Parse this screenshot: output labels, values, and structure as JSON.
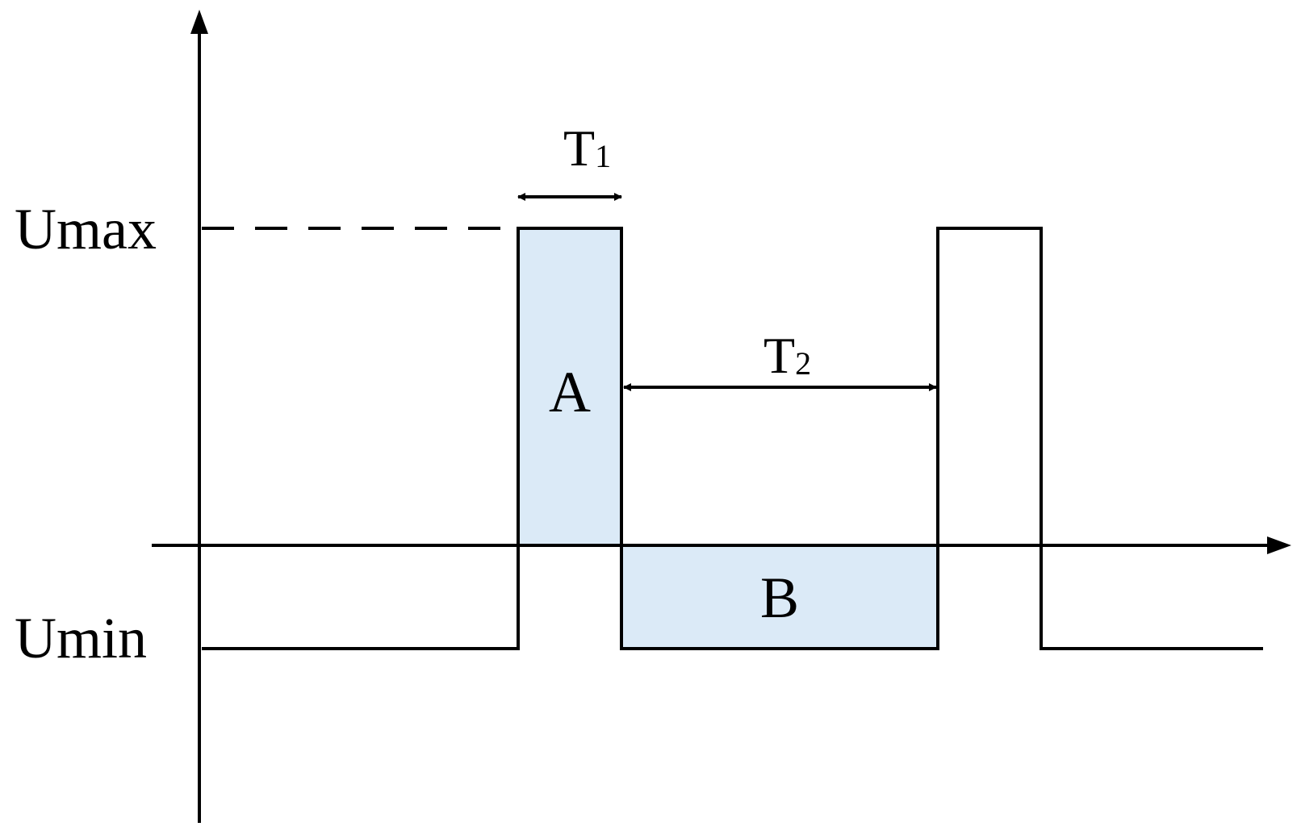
{
  "labels": {
    "umax": "Umax",
    "umin": "Umin",
    "t1_main": "T",
    "t1_sub": "1",
    "t2_main": "T",
    "t2_sub": "2",
    "area_a": "A",
    "area_b": "B"
  },
  "colors": {
    "stroke": "#000000",
    "fill": "#dbeaf7",
    "background": "#ffffff"
  }
}
